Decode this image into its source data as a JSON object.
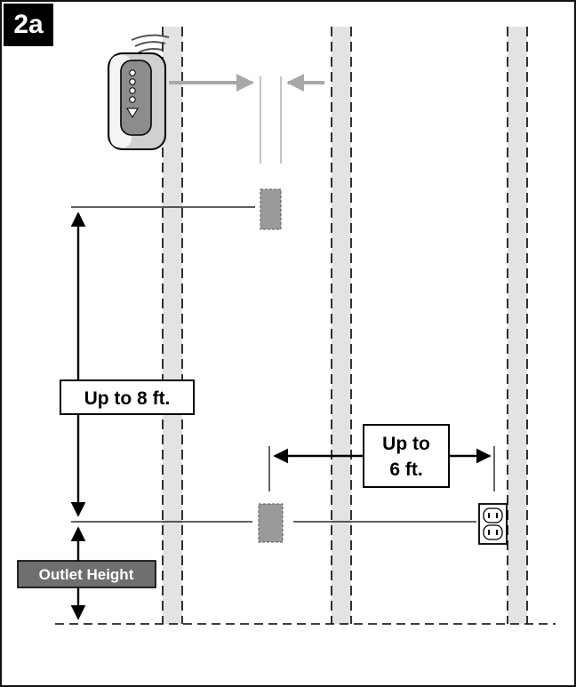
{
  "figure": {
    "label": "2a"
  },
  "labels": {
    "vertical_distance": "Up to 8 ft.",
    "horizontal_distance_line1": "Up to",
    "horizontal_distance_line2": "6 ft.",
    "outlet_height": "Outlet Height"
  },
  "colors": {
    "stud_fill": "#e3e3e3",
    "box_fill": "#9a9a9a",
    "arrow_gray": "#a8a8a8",
    "outlet_tag": "#6f6f6f"
  }
}
